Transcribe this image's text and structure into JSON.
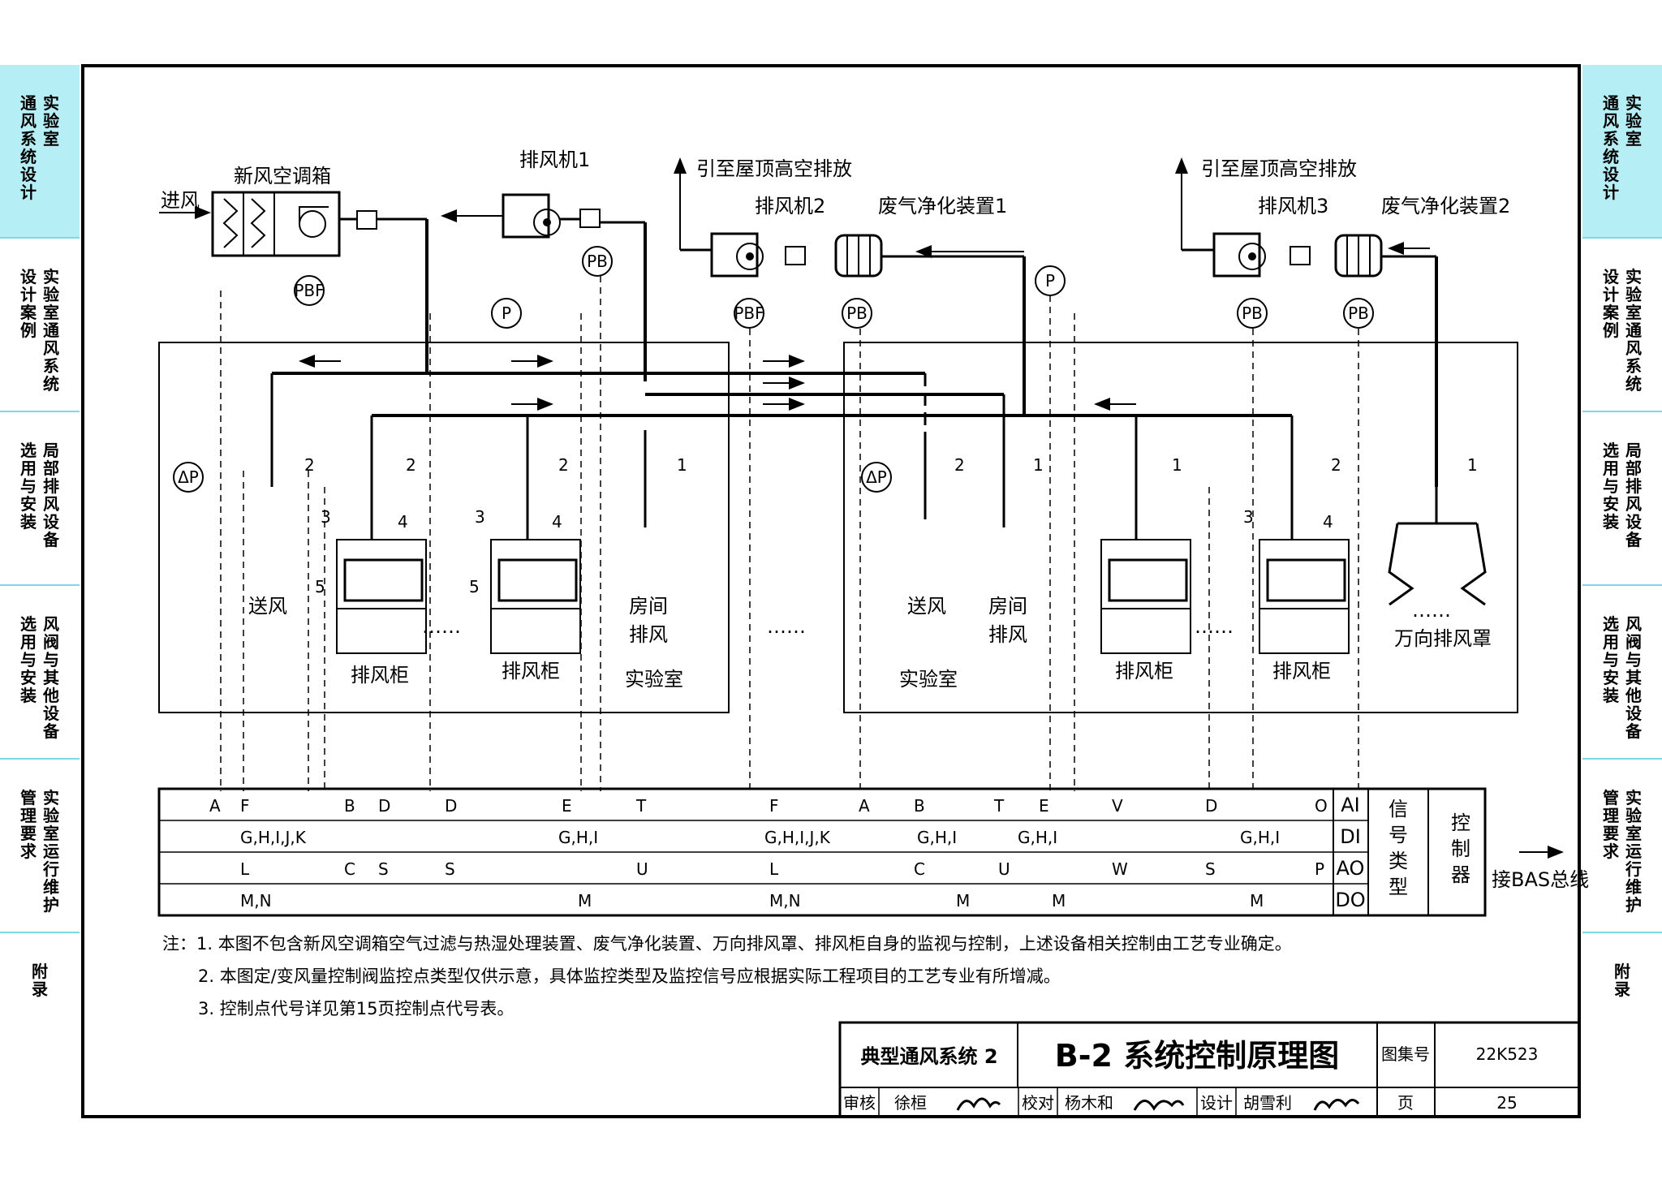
{
  "sidebar": [
    {
      "lines": [
        "实验室",
        "通风系统设计"
      ],
      "active": true
    },
    {
      "lines": [
        "实验室通风系统",
        "设计案例"
      ],
      "active": false
    },
    {
      "lines": [
        "局部排风设备",
        "选用与安装"
      ],
      "active": false
    },
    {
      "lines": [
        "风阀与其他设备",
        "选用与安装"
      ],
      "active": false
    },
    {
      "lines": [
        "实验室运行维护",
        "管理要求"
      ],
      "active": false
    },
    {
      "lines": [
        "附录"
      ],
      "active": false
    }
  ],
  "equipment": {
    "ahu": "新风空调箱",
    "intake": "进风",
    "fan1": "排风机1",
    "fan2": "排风机2",
    "fan3": "排风机3",
    "purifier1": "废气净化装置1",
    "purifier2": "废气净化装置2",
    "roof1": "引至屋顶高空排放",
    "roof2": "引至屋顶高空排放"
  },
  "sensors": {
    "pbf": "PBF",
    "pb": "PB",
    "p": "P",
    "dp": "ΔP"
  },
  "callouts": {
    "n1": "1",
    "n2": "2",
    "n3": "3",
    "n4": "4",
    "n5": "5"
  },
  "labels": {
    "supply": "送风",
    "room_exhaust_1": "房间",
    "room_exhaust_2": "排风",
    "fume_hood": "排风柜",
    "lab": "实验室",
    "universal_hood": "万向排风罩",
    "ellipsis": "……"
  },
  "table": {
    "row1": [
      "A",
      "F",
      "B",
      "D",
      "D",
      "E",
      "T",
      "F",
      "A",
      "B",
      "T",
      "E",
      "V",
      "D",
      "O"
    ],
    "row2": [
      "G,H,I,J,K",
      "G,H,I",
      "G,H,I,J,K",
      "G,H,I",
      "G,H,I",
      "G,H,I"
    ],
    "row3": [
      "L",
      "C",
      "S",
      "S",
      "U",
      "L",
      "C",
      "U",
      "W",
      "S",
      "P"
    ],
    "row4": [
      "M,N",
      "M",
      "M,N",
      "M",
      "M",
      "M"
    ],
    "types": [
      "AI",
      "DI",
      "AO",
      "DO"
    ],
    "signal_type": "信号类型",
    "controller": "控制器",
    "bas": "接BAS总线"
  },
  "notes": [
    "注：1. 本图不包含新风空调箱空气过滤与热湿处理装置、废气净化装置、万向排风罩、排风柜自身的监视与控制，上述设备相关控制由工艺专业确定。",
    "2. 本图定/变风量控制阀监控点类型仅供示意，具体监控类型及监控信号应根据实际工程项目的工艺专业有所增减。",
    "3. 控制点代号详见第15页控制点代号表。"
  ],
  "title_block": {
    "system": "典型通风系统 2",
    "title": "B-2  系统控制原理图",
    "atlas_label": "图集号",
    "atlas_no": "22K523",
    "review_label": "审核",
    "reviewer": "徐桓",
    "check_label": "校对",
    "checker": "杨木和",
    "design_label": "设计",
    "designer": "胡雪利",
    "page_label": "页",
    "page_no": "25"
  }
}
